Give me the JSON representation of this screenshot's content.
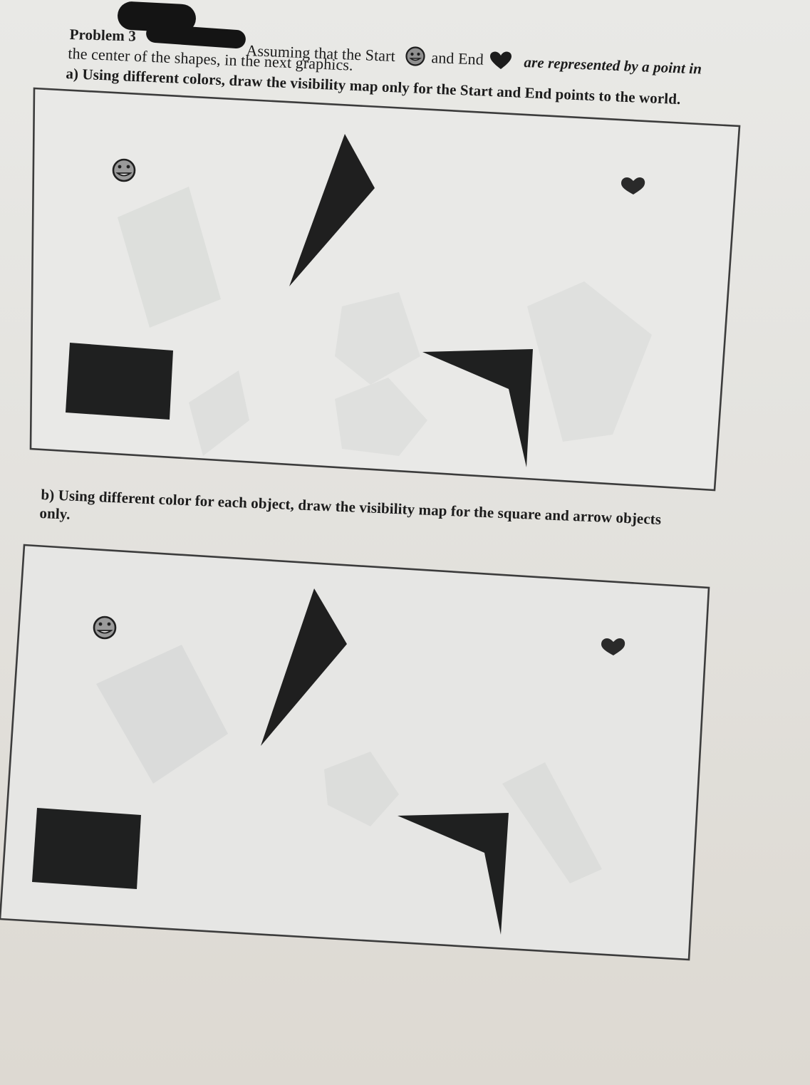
{
  "problem": {
    "label": "Problem 3",
    "intro_part1": "Assuming that the Start",
    "intro_part2": "and End",
    "intro_part3": "are represented by a point in",
    "intro_line2": "the center of the shapes, in the next graphics.",
    "part_a": "a) Using different colors, draw the visibility map only for the Start and End points to the world.",
    "part_b_line1": "b) Using different color for each object, draw the visibility map for the square and arrow objects",
    "part_b_line2": "only."
  },
  "icons": {
    "start": "smiley-face-icon",
    "end": "heart-icon"
  },
  "colors": {
    "ink": "#1c1c1c",
    "paper": "#e7e6e2",
    "frame_stroke": "#3a3a3a"
  }
}
